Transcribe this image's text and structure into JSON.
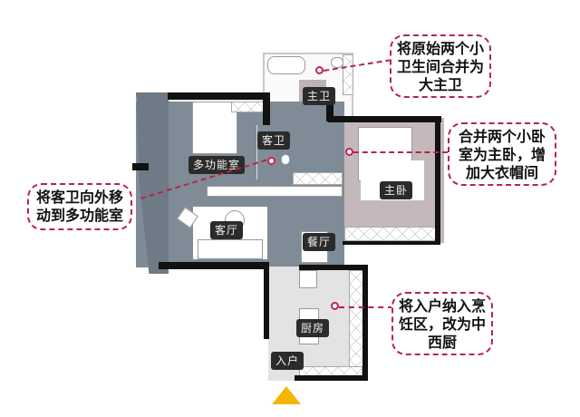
{
  "floor_plan": {
    "rooms": [
      {
        "id": "multi-function-room",
        "label": "多功能室",
        "color": "#7f8c97"
      },
      {
        "id": "guest-bathroom",
        "label": "客卫",
        "color": "#7f8c97"
      },
      {
        "id": "master-bathroom",
        "label": "主卫",
        "color": "#bdb2b6"
      },
      {
        "id": "master-bedroom",
        "label": "主卧",
        "color": "#c4b8bb"
      },
      {
        "id": "living-room",
        "label": "客厅",
        "color": "#7f8c97"
      },
      {
        "id": "dining-room",
        "label": "餐厅",
        "color": "#7f8c97"
      },
      {
        "id": "kitchen",
        "label": "厨房",
        "color": "#e3e3e3"
      },
      {
        "id": "entrance",
        "label": "入户",
        "color": "#e3e3e3"
      }
    ],
    "entrance_marker_color": "#f2b705",
    "wall_color": "#111111"
  },
  "callouts": [
    {
      "id": "callout-master-bath",
      "lines": [
        "将原始两个小",
        "卫生间合并为",
        "大主卫"
      ]
    },
    {
      "id": "callout-master-bedroom",
      "lines": [
        "合并两个小卧",
        "室为主卧，增",
        "加大衣帽间"
      ]
    },
    {
      "id": "callout-guest-bath",
      "lines": [
        "将客卫向外移",
        "动到多功能室"
      ]
    },
    {
      "id": "callout-kitchen",
      "lines": [
        "将入户纳入烹",
        "饪区，改为中",
        "西厨"
      ]
    }
  ],
  "colors": {
    "callout_border": "#b8234e",
    "marker": "#c9224d",
    "label_bg": "#2b2b2b"
  }
}
